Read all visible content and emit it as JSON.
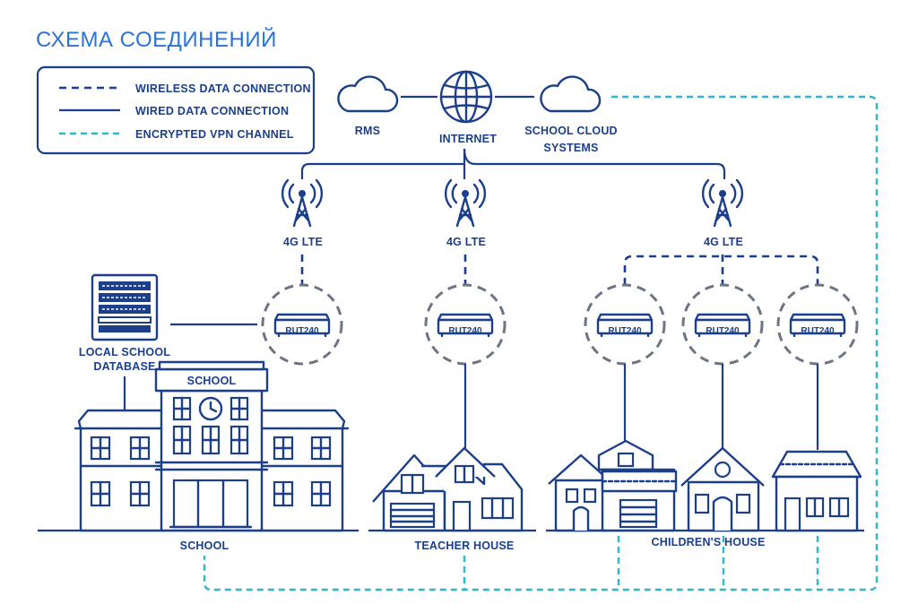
{
  "title": "СХЕМА СОЕДИНЕНИЙ",
  "legend": {
    "items": [
      {
        "style": "dashed-dark",
        "label": "WIRELESS DATA CONNECTION"
      },
      {
        "style": "solid-dark",
        "label": "WIRED DATA CONNECTION"
      },
      {
        "style": "dashed-cyan",
        "label": "ENCRYPTED VPN CHANNEL"
      }
    ]
  },
  "nodes": {
    "rms": "RMS",
    "internet": "INTERNET",
    "cloud_line1": "SCHOOL CLOUD",
    "cloud_line2": "SYSTEMS",
    "tower_label": "4G LTE",
    "router_label": "RUT240",
    "db_line1": "LOCAL SCHOOL",
    "db_line2": "DATABASE",
    "school_sign": "SCHOOL",
    "school": "SCHOOL",
    "teacher_house": "TEACHER HOUSE",
    "childrens_house": "CHILDREN'S HOUSE"
  },
  "colors": {
    "primary": "#1b3f8b",
    "title": "#2b73d6",
    "vpn": "#31b6c9",
    "ring": "#6d7585"
  },
  "icons": [
    "cloud-icon",
    "globe-icon",
    "cell-tower-icon",
    "router-icon",
    "server-rack-icon",
    "school-building-icon",
    "house-icon",
    "clock-icon"
  ]
}
